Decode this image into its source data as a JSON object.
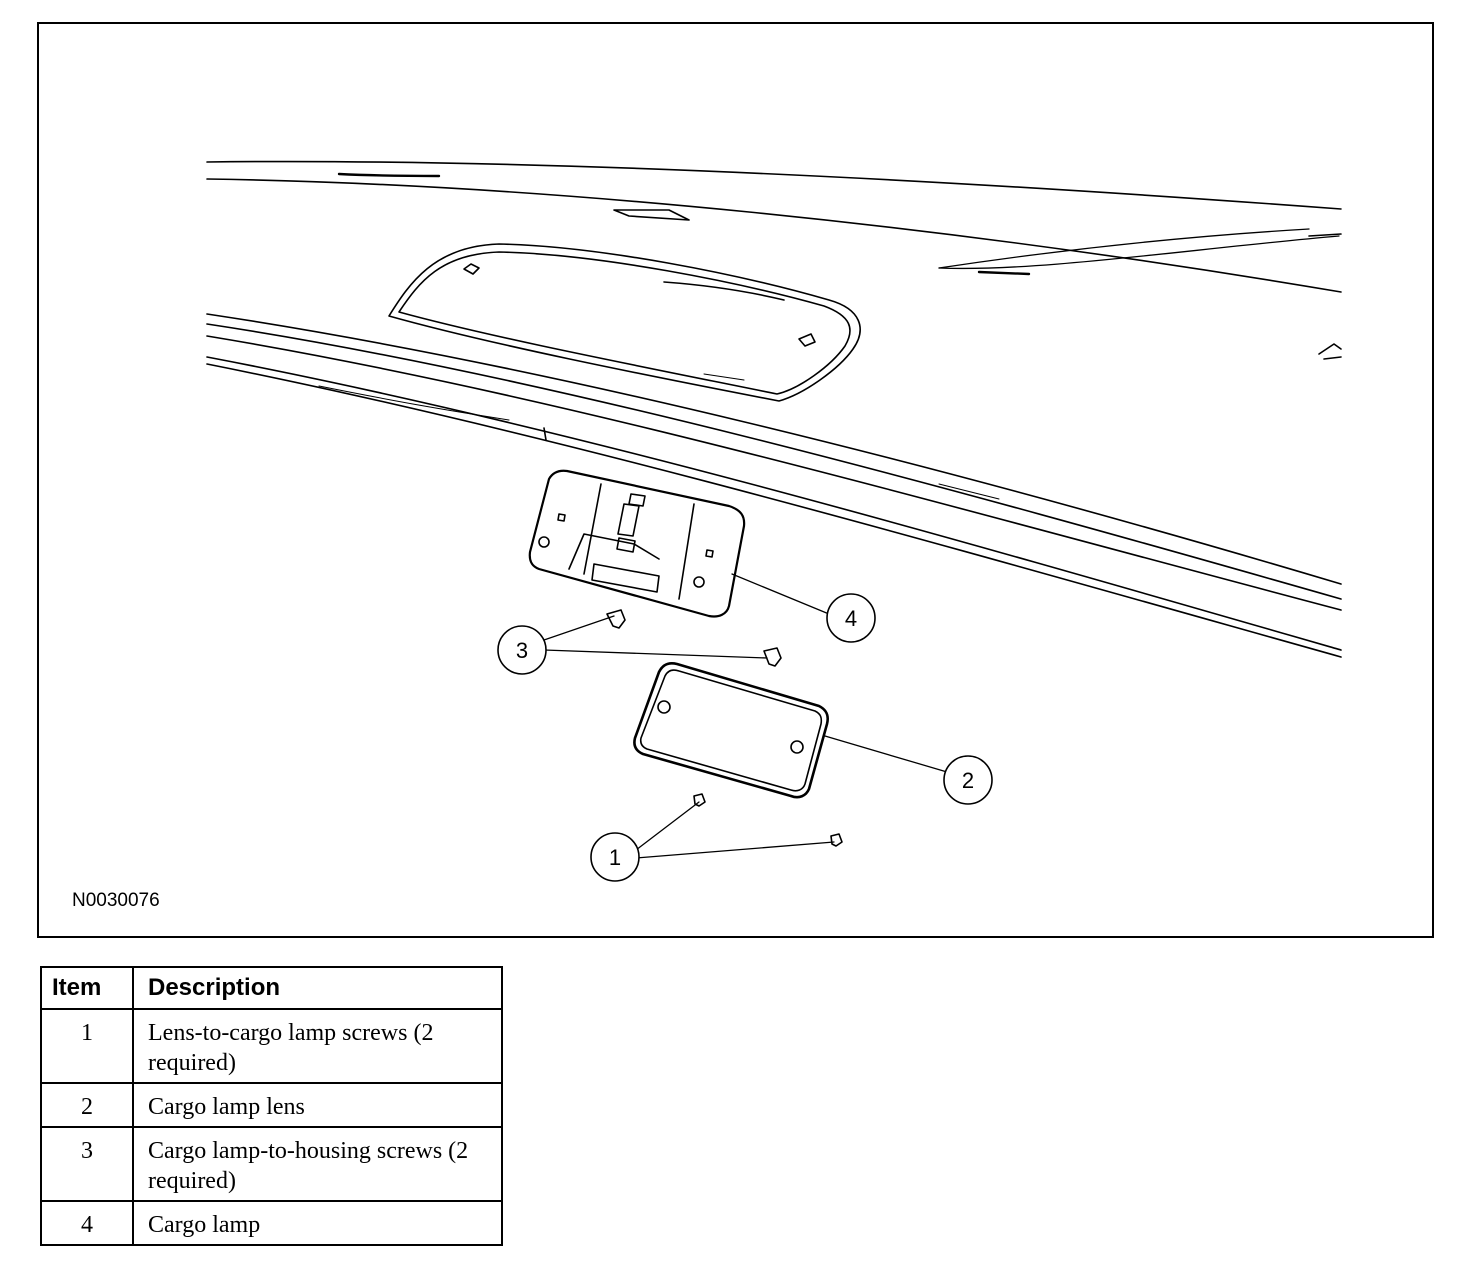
{
  "figure": {
    "id": "N0030076",
    "callouts": [
      "1",
      "2",
      "3",
      "4"
    ]
  },
  "legend": {
    "headers": {
      "item": "Item",
      "description": "Description"
    },
    "rows": [
      {
        "item": "1",
        "description": "Lens-to-cargo lamp screws (2 required)"
      },
      {
        "item": "2",
        "description": "Cargo lamp lens"
      },
      {
        "item": "3",
        "description": "Cargo lamp-to-housing screws (2 required)"
      },
      {
        "item": "4",
        "description": "Cargo lamp"
      }
    ]
  }
}
